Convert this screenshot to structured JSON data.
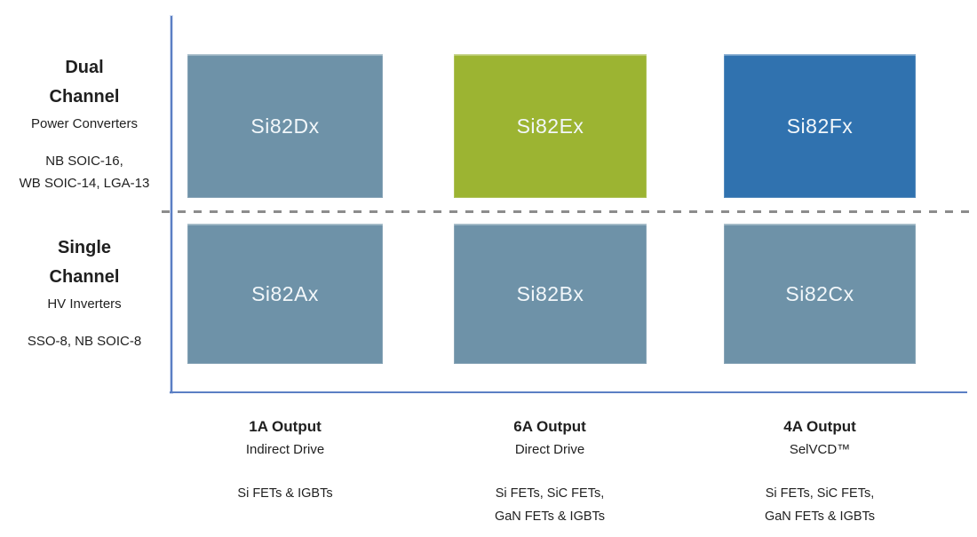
{
  "diagram": {
    "rows": [
      {
        "title_line1": "Dual",
        "title_line2": "Channel",
        "subtitle": "Power Converters",
        "packages_line1": "NB SOIC-16,",
        "packages_line2": "WB SOIC-14, LGA-13",
        "cells": [
          {
            "label": "Si82Dx",
            "color": "#6E92A8"
          },
          {
            "label": "Si82Ex",
            "color": "#9CB432"
          },
          {
            "label": "Si82Fx",
            "color": "#3072AF"
          }
        ]
      },
      {
        "title_line1": "Single",
        "title_line2": "Channel",
        "subtitle": "HV Inverters",
        "packages_line1": "SSO-8, NB SOIC-8",
        "packages_line2": "",
        "cells": [
          {
            "label": "Si82Ax",
            "color": "#6E92A8"
          },
          {
            "label": "Si82Bx",
            "color": "#6E92A8"
          },
          {
            "label": "Si82Cx",
            "color": "#6E92A8"
          }
        ]
      }
    ],
    "columns": [
      {
        "title": "1A Output",
        "subtitle": "Indirect Drive",
        "devices_line1": "Si FETs & IGBTs",
        "devices_line2": ""
      },
      {
        "title": "6A Output",
        "subtitle": "Direct Drive",
        "devices_line1": "Si FETs, SiC FETs,",
        "devices_line2": "GaN FETs & IGBTs"
      },
      {
        "title": "4A Output",
        "subtitle": "SelVCD™",
        "devices_line1": "Si FETs, SiC FETs,",
        "devices_line2": "GaN FETs & IGBTs"
      }
    ],
    "colors": {
      "cell_steel": "#6E92A8",
      "cell_green": "#9CB432",
      "cell_blue": "#3072AF",
      "axis": "#5B7FC4",
      "separator": "#8C8C8C",
      "cell_text": "#F2F7FA",
      "text": "#1F1F1F"
    }
  }
}
